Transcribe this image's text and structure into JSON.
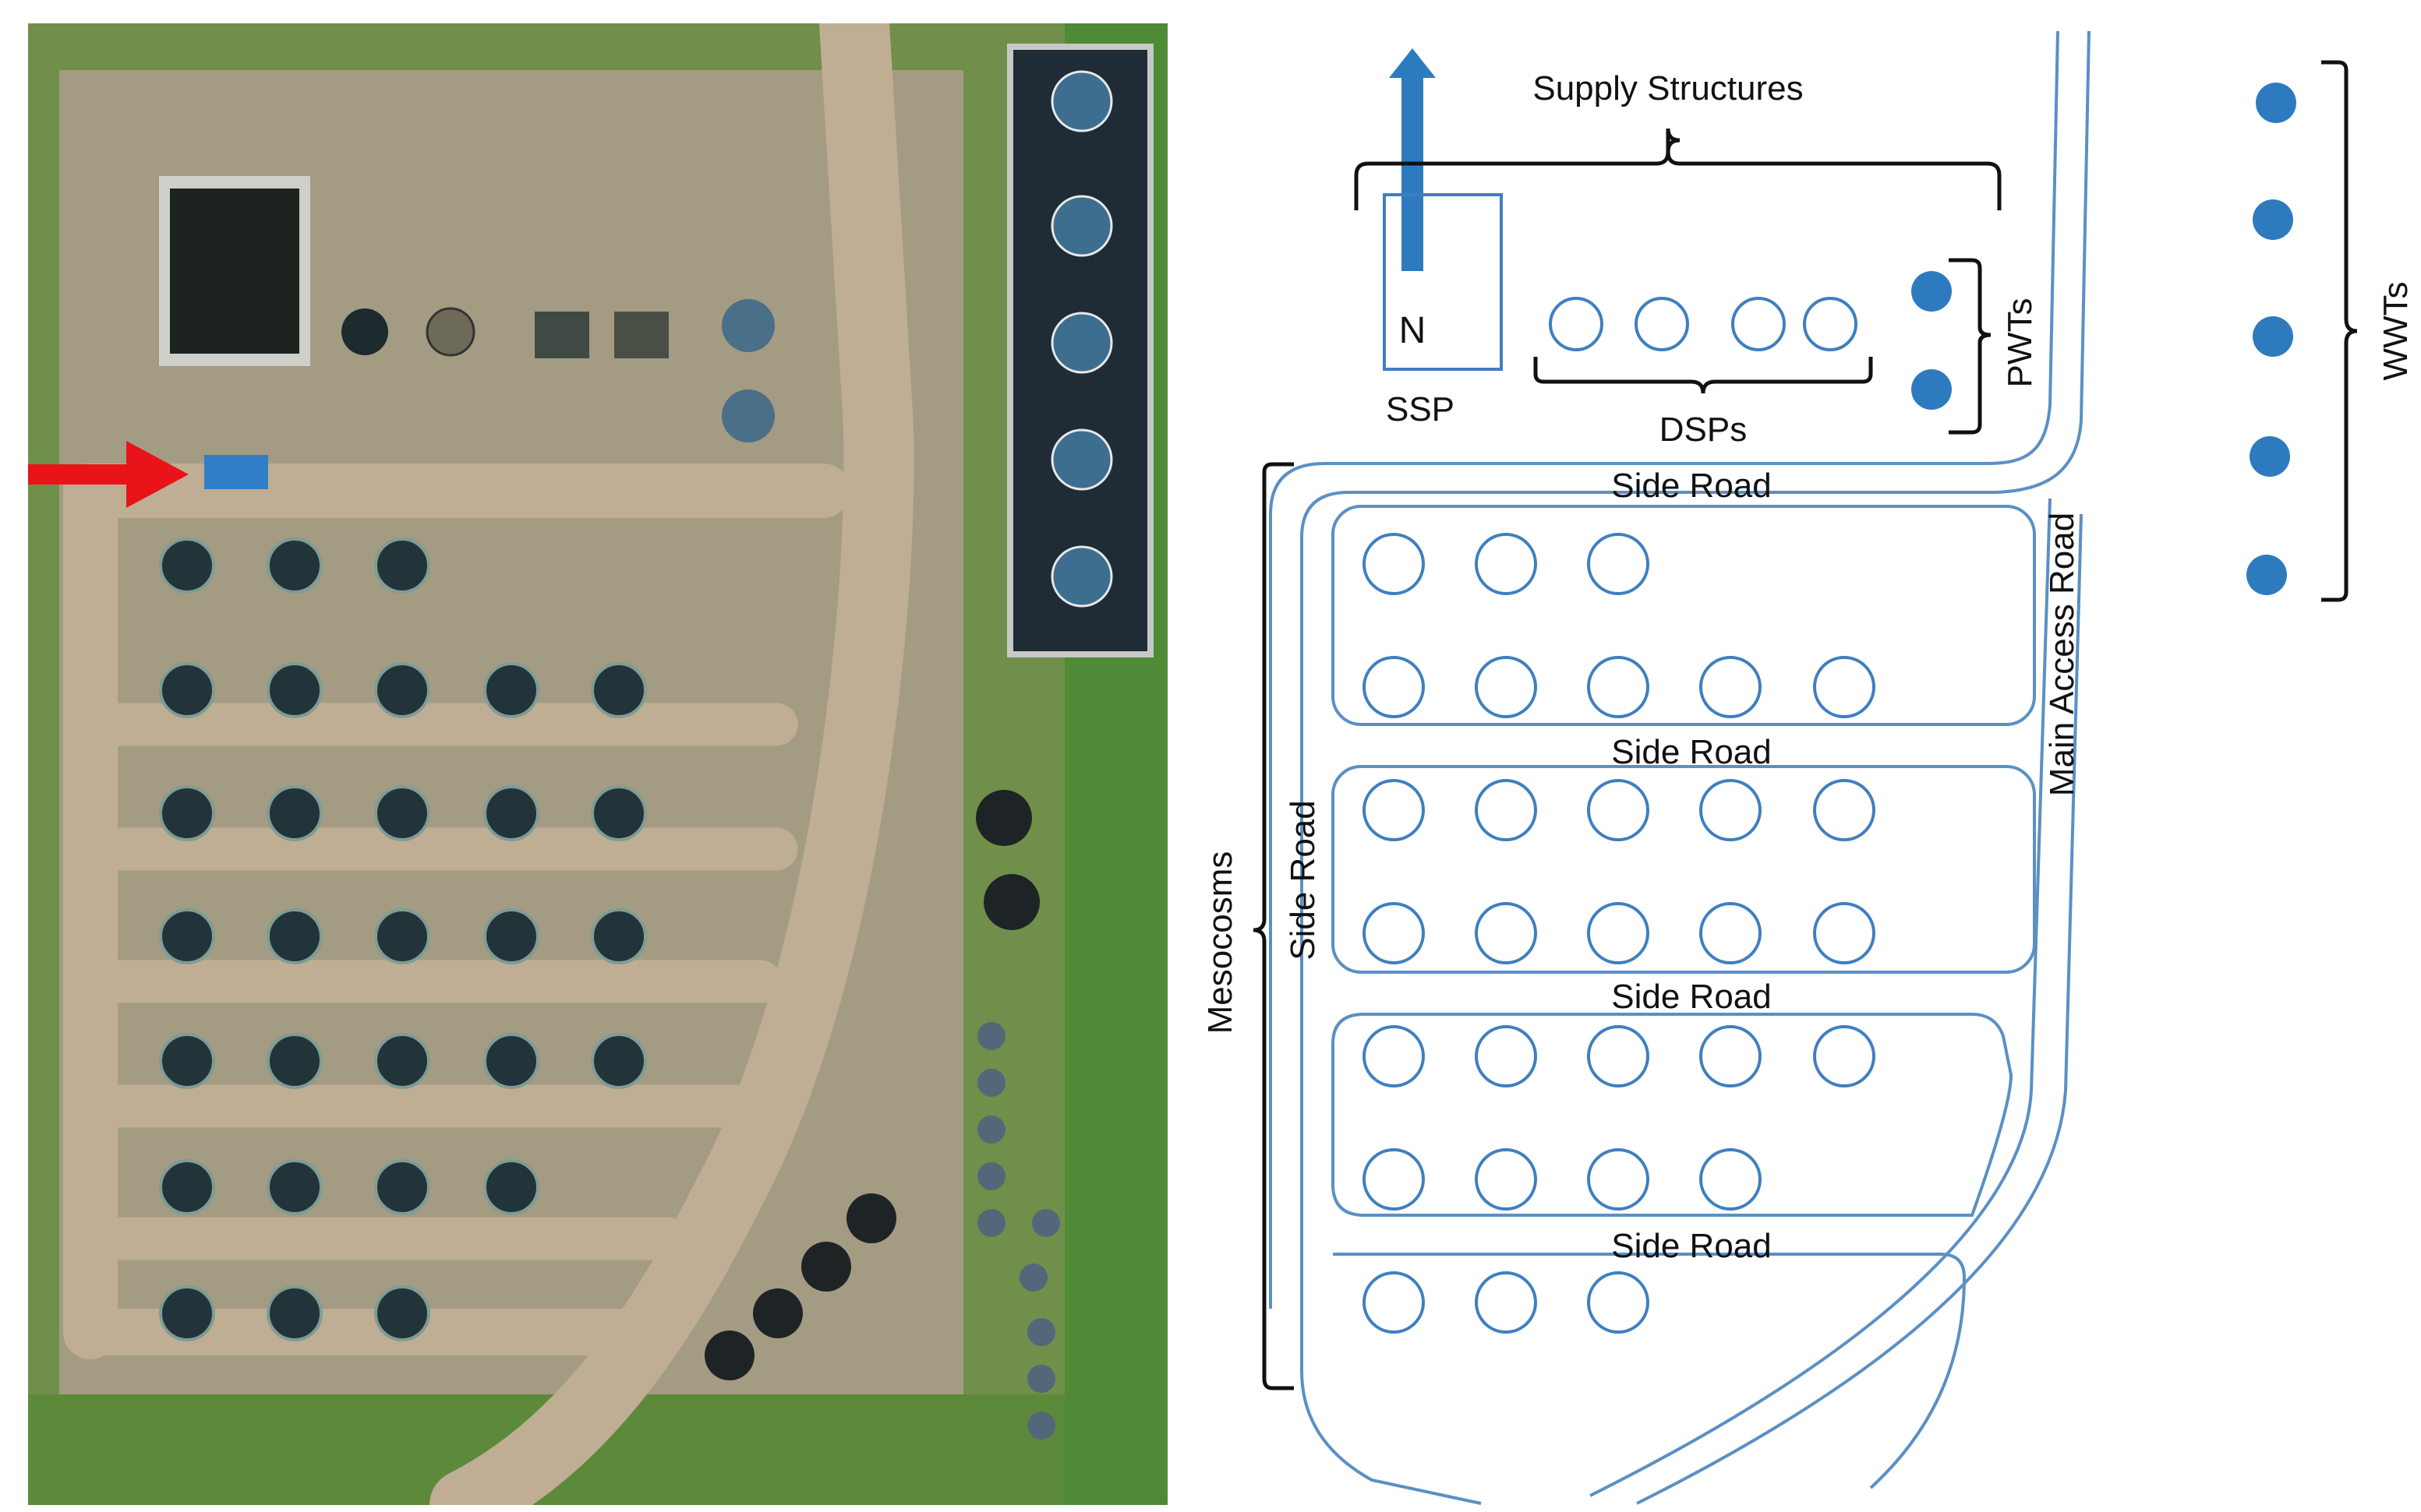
{
  "labels": {
    "north": "N",
    "supply_structures": "Supply Structures",
    "ssp": "SSP",
    "dsps": "DSPs",
    "pwts": "PWTs",
    "wwts": "WWTs",
    "mesocosms": "Mesocosms",
    "side_road": "Side Road",
    "main_access_road": "Main Access Road"
  },
  "colors": {
    "road_line": "#5a90c4",
    "tank_stroke": "#3f7fbf",
    "filled_tank": "#2e7abf",
    "north_arrow": "#2e7abf",
    "pointer_arrow": "#e8141a",
    "grass": "#5f8a3a",
    "dirt_road": "#b8a488",
    "gravel": "#a39a84"
  },
  "icons": {
    "north_arrow": "arrow-up-icon",
    "pointer": "arrow-right-icon"
  }
}
